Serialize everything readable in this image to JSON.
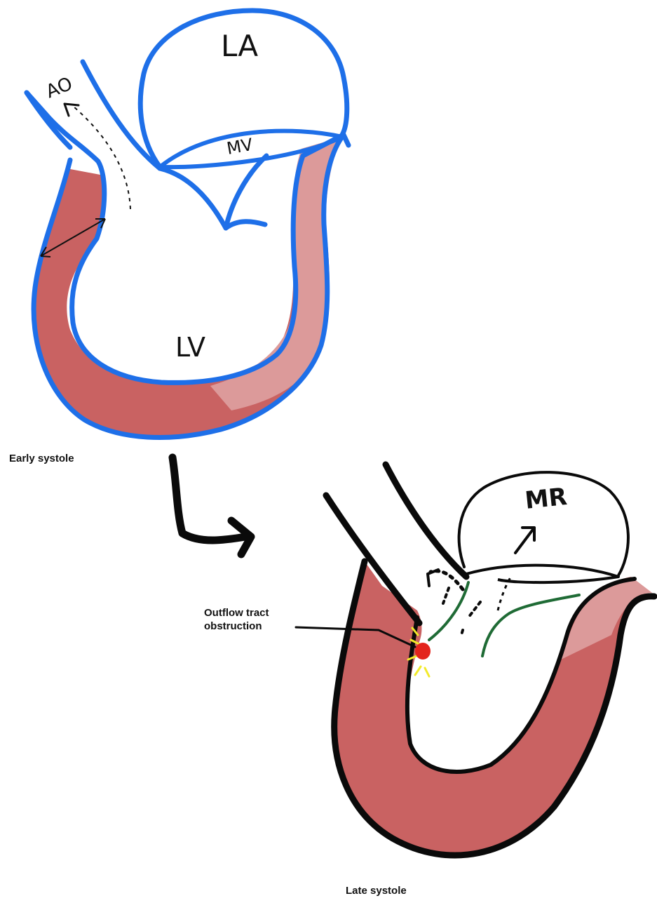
{
  "labels": {
    "ao": "AO",
    "la": "LA",
    "mv": "MV",
    "lv": "LV",
    "mr": "MR",
    "early_systole": "Early systole",
    "late_systole": "Late systole",
    "obstruction_line1": "Outflow tract",
    "obstruction_line2": "obstruction"
  },
  "colors": {
    "outline_early": "#1e6fe8",
    "outline_late": "#0a0a0a",
    "myocardium": "#c96262",
    "myocardium_light": "#dc9a9a",
    "mitral_leaflet_late": "#1f6b35",
    "contact_point": "#e3241c",
    "contact_spark": "#f2ea2a"
  }
}
